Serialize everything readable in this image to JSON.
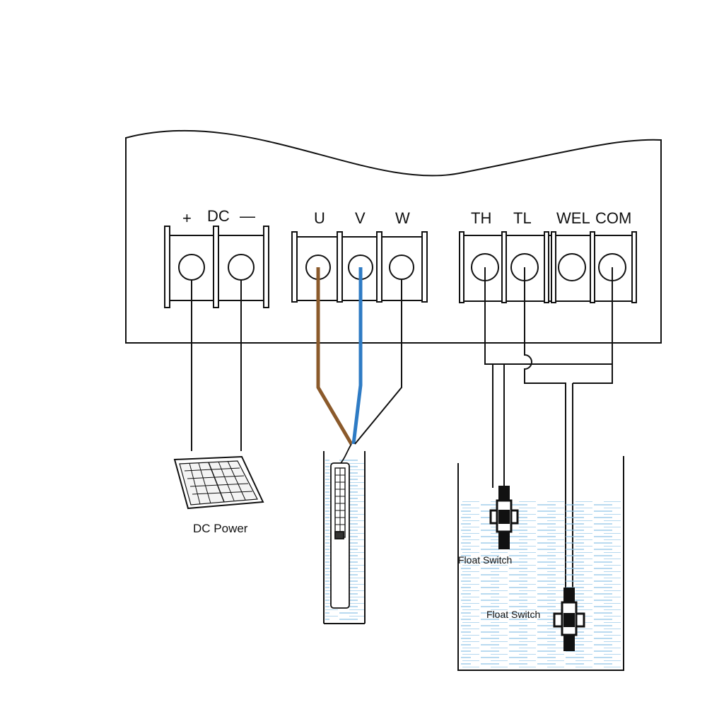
{
  "controller": {
    "dc_group": {
      "plus": "+",
      "label": "DC",
      "minus": "—"
    },
    "motor_terminals": [
      "U",
      "V",
      "W"
    ],
    "control_terminals": [
      "TH",
      "TL",
      "WEL",
      "COM"
    ]
  },
  "captions": {
    "dc_power": "DC Power",
    "float_switch_upper": "Float Switch",
    "float_switch_lower": "Float Switch"
  },
  "colors": {
    "line": "#111111",
    "wire_u": "#8B5A2B",
    "wire_v": "#2E7BC4",
    "water": "#8FC3E6"
  },
  "icons": [
    "solar-panel-icon",
    "submersible-pump-icon",
    "float-switch-icon"
  ]
}
